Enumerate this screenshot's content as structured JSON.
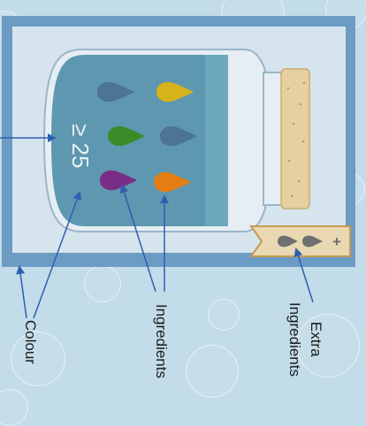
{
  "jar": {
    "rotated_text": "≥ 25",
    "drops": [
      {
        "name": "drop-slate-blue-1",
        "color": "#4d7494"
      },
      {
        "name": "drop-yellow",
        "color": "#d6b21b"
      },
      {
        "name": "drop-green",
        "color": "#3a8c2b"
      },
      {
        "name": "drop-slate-blue-2",
        "color": "#4d7494"
      },
      {
        "name": "drop-purple",
        "color": "#7a2d86"
      },
      {
        "name": "drop-orange",
        "color": "#e27e12"
      }
    ]
  },
  "extras": {
    "plus_symbol": "+",
    "drop_color": "#6f6f6f"
  },
  "labels": {
    "colour": "Colour",
    "ingredients": "Ingredients",
    "extra_line1": "Extra",
    "extra_line2": "Ingredients"
  },
  "colors": {
    "background": "#c2dce9",
    "frame_outer": "#6c9bc4",
    "frame_inner": "#d6e4ee",
    "liquid": "#5e98b0",
    "cork": "#e7cfa0",
    "tag": "#e9d8b2",
    "tag_border": "#c79a52",
    "arrow": "#2f5fb0"
  }
}
